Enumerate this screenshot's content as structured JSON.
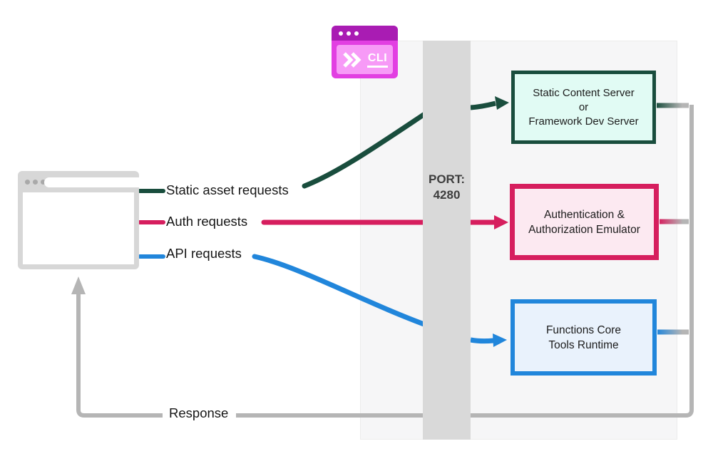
{
  "cli_badge": {
    "label": "CLI",
    "title_bar_color": "#a91cb3",
    "body_color": "#e23fe2",
    "screen_color": "#f79af7",
    "chevron_icon": "double-right-chevron"
  },
  "port_bar": {
    "label_line1": "PORT:",
    "label_line2": "4280",
    "color": "#d9d9d9"
  },
  "flows": {
    "static": {
      "label": "Static asset requests",
      "color": "#194d3d"
    },
    "auth": {
      "label": "Auth requests",
      "color": "#d61e5e"
    },
    "api": {
      "label": "API requests",
      "color": "#2186db"
    },
    "response": {
      "label": "Response",
      "color": "#b5b5b5"
    }
  },
  "boxes": {
    "static_server": {
      "line1": "Static Content Server",
      "line2": "or",
      "line3": "Framework Dev Server",
      "border": "#194d3d",
      "fill": "#e1fbf4"
    },
    "auth_emulator": {
      "line1": "Authentication &",
      "line2": "Authorization Emulator",
      "border": "#d61e5e",
      "fill": "#fce9f1"
    },
    "functions_runtime": {
      "line1": "Functions Core",
      "line2": "Tools Runtime",
      "border": "#2186db",
      "fill": "#e9f2fc"
    }
  },
  "icons": {
    "browser": "browser-window-icon",
    "cli": "cli-terminal-window-icon"
  }
}
